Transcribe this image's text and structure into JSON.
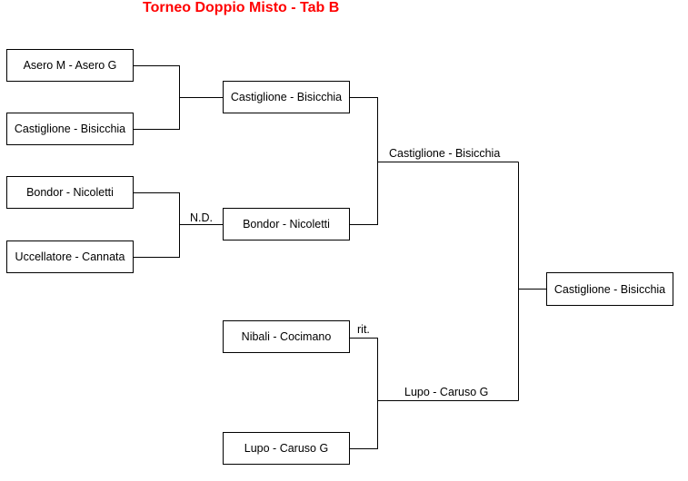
{
  "title": "Torneo Doppio Misto - Tab B",
  "colors": {
    "title": "#ff0000",
    "lines": "#000000",
    "background": "#ffffff"
  },
  "round1": [
    {
      "team": "Asero M - Asero G"
    },
    {
      "team": "Castiglione - Bisicchia"
    },
    {
      "team": "Bondor - Nicoletti"
    },
    {
      "team": "Uccellatore - Cannata"
    }
  ],
  "round2": [
    {
      "team": "Castiglione - Bisicchia"
    },
    {
      "team": "Bondor - Nicoletti",
      "note": "N.D."
    },
    {
      "team": "Nibali - Cocimano",
      "note": "rit."
    },
    {
      "team": "Lupo - Caruso G"
    }
  ],
  "semifinal": [
    {
      "team": "Castiglione - Bisicchia"
    },
    {
      "team": "Lupo - Caruso G"
    }
  ],
  "final": {
    "team": "Castiglione - Bisicchia"
  }
}
